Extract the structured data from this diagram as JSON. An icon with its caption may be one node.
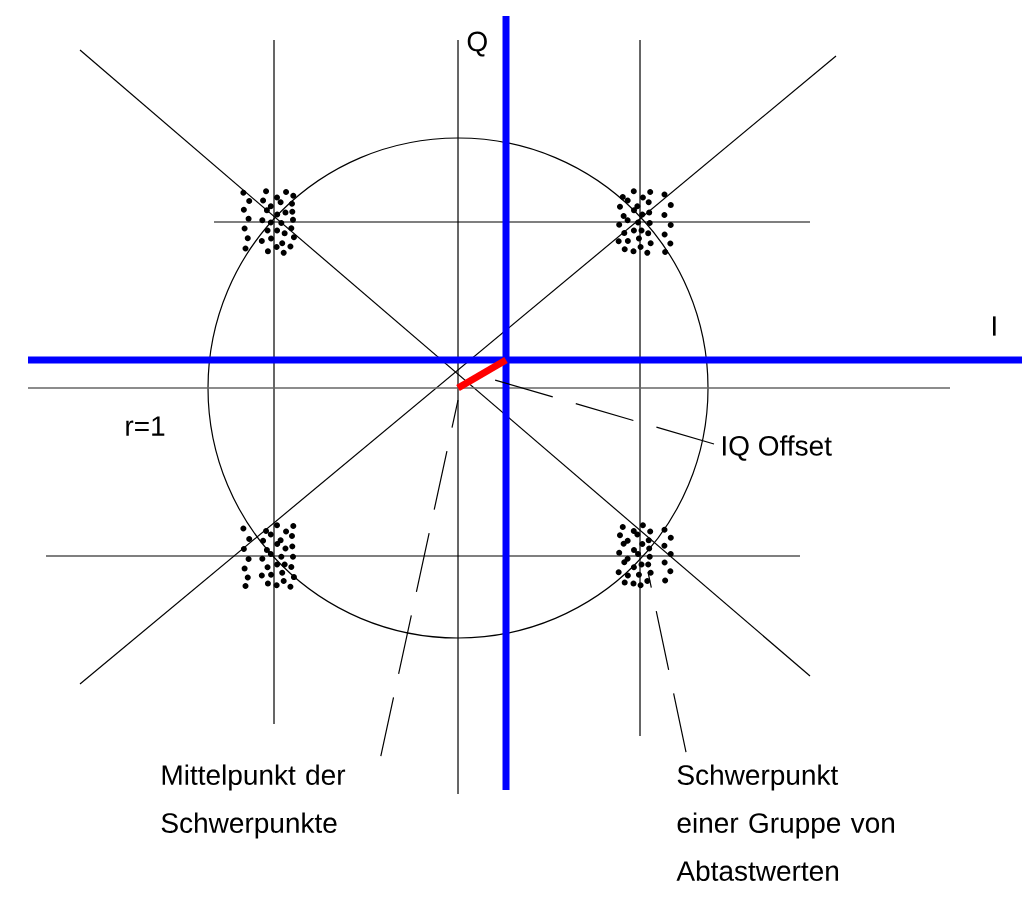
{
  "diagram": {
    "nodes": [
      {
        "text": [
          "IQ Offset"
        ]
      },
      {
        "text": [
          "Mittelpunkt der Schwerpunkte"
        ]
      },
      {
        "text": [
          "Schwerpunkt einer Gruppe von Abtastwerten"
        ]
      },
      {
        "text": [],
        "shape": "bar"
      }
    ],
    "edges": [
      {
        "from": 0,
        "to": 3,
        "arrow": "none"
      },
      {
        "from": 1,
        "to": 3,
        "arrow": "none"
      },
      {
        "from": 2,
        "to": null,
        "arrow": "none"
      }
    ],
    "labels": [
      "Q",
      "I",
      "r=1"
    ]
  }
}
